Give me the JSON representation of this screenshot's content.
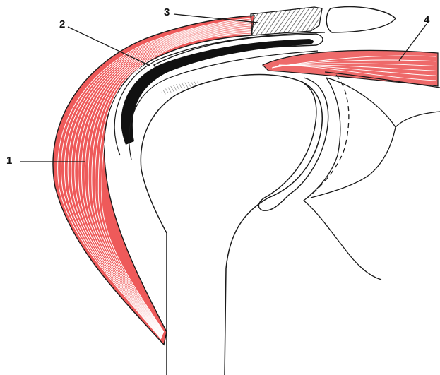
{
  "figure": {
    "background": "#ffffff",
    "colors": {
      "muscle_fill": "#ee5a5a",
      "muscle_fiber": "#ffffff",
      "outline": "#1a1a1a",
      "bursa": "#111111",
      "ligament_hatch": "#777777"
    },
    "callouts": [
      {
        "id": "1",
        "label": "1"
      },
      {
        "id": "2",
        "label": "2"
      },
      {
        "id": "3",
        "label": "3"
      },
      {
        "id": "4",
        "label": "4"
      }
    ]
  }
}
